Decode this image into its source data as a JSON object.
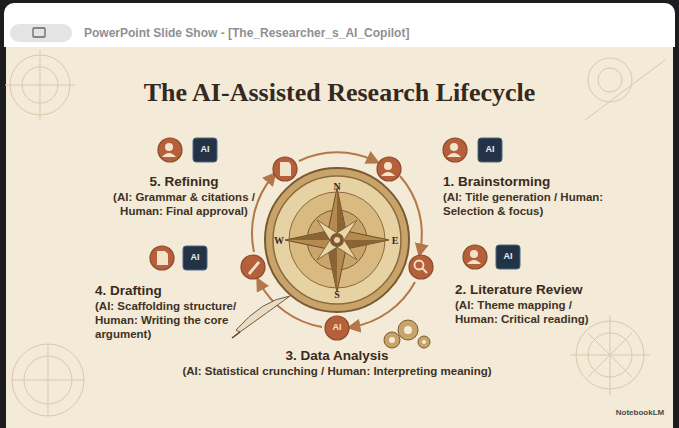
{
  "diagram": {
    "title": "The AI-Assisted Research Lifecycle",
    "nodes": [
      {
        "text": [
          "5. Refining",
          "(AI: Grammar & citations / Human: Final approval)"
        ]
      },
      {
        "text": [
          "1. Brainstorming",
          "(AI: Title generation / Human: Selection & focus)"
        ]
      },
      {
        "text": [
          "4. Drafting",
          "(AI: Scaffolding structure/ Human: Writing the core argument)"
        ]
      },
      {
        "text": [
          "2. Literature Review",
          "(AI: Theme mapping / Human: Critical reading)"
        ]
      },
      {
        "text": [
          "3. Data Analysis",
          "(AI: Statistical crunching / Human: Interpreting meaning)"
        ]
      }
    ],
    "labels": [
      "PowerPoint Slide Show - [The_Researcher_s_AI_Copilot]",
      "N",
      "W",
      "E",
      "S",
      "AI",
      "AI",
      "AI",
      "AI",
      "AI",
      "NotebookLM"
    ]
  }
}
